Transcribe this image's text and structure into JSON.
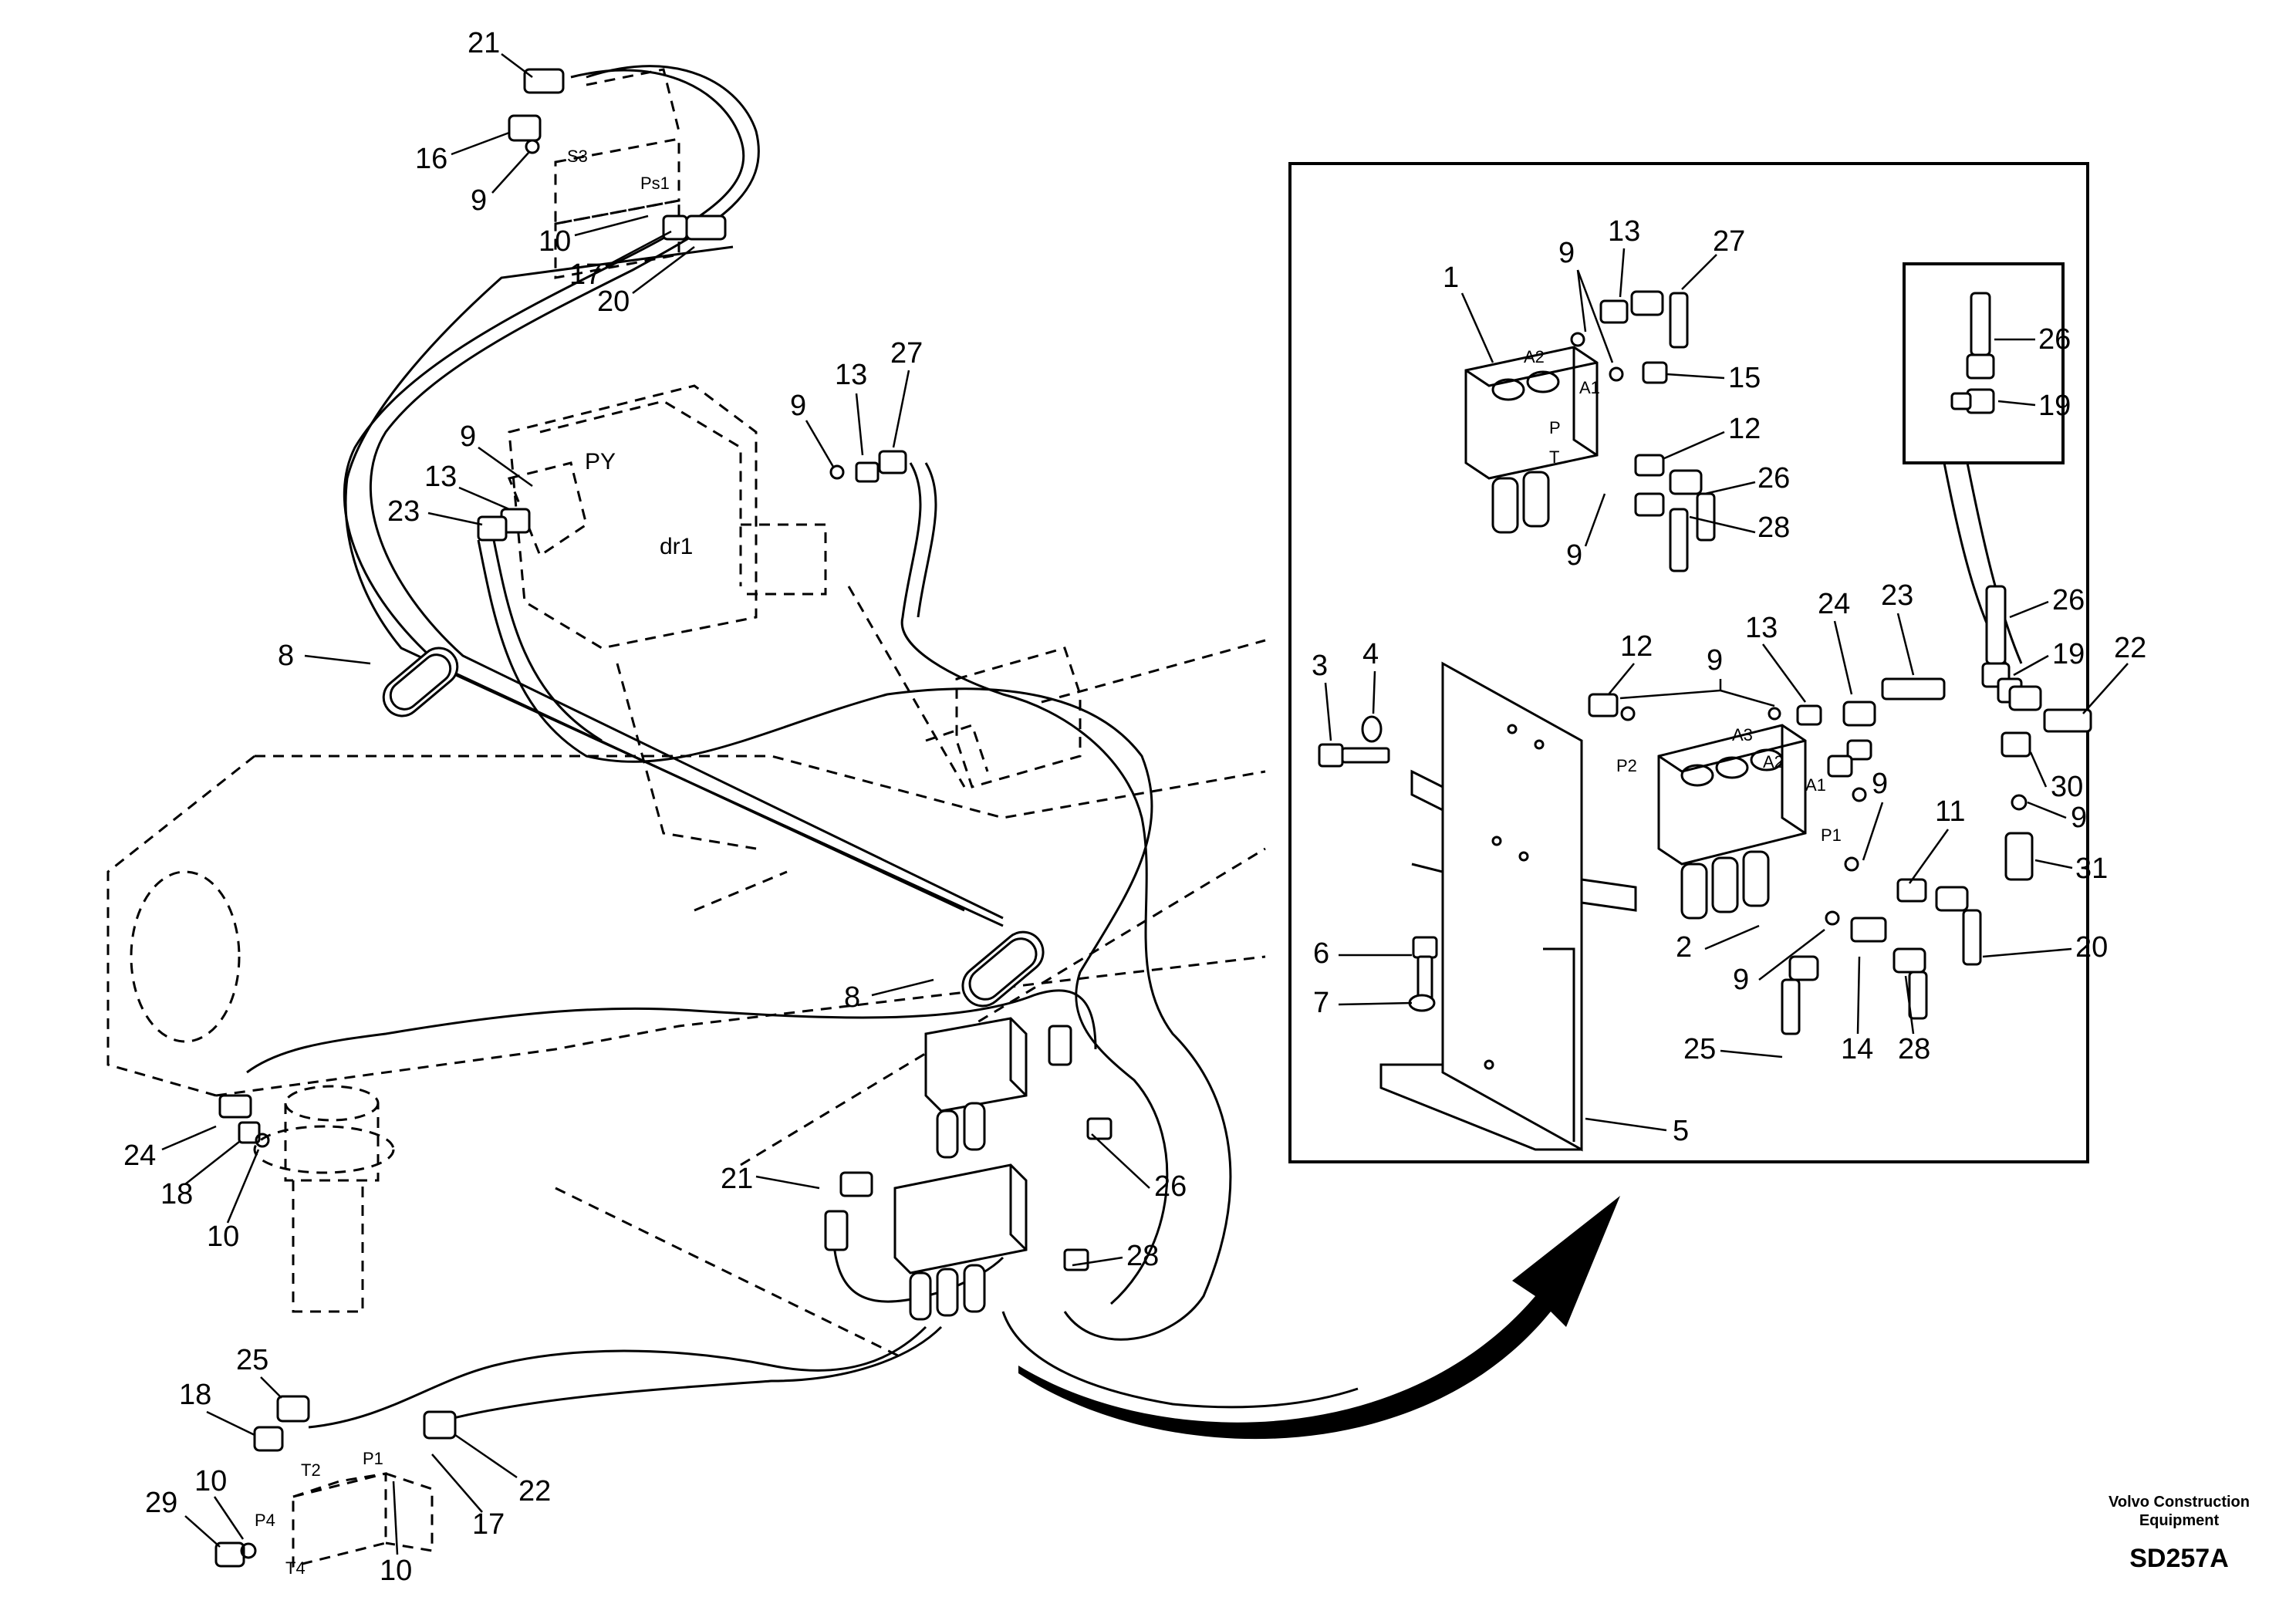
{
  "footer": {
    "brand_line1": "Volvo Construction",
    "brand_line2": "Equipment",
    "drawing_code": "SD257A"
  },
  "port_labels": {
    "S3": "S3",
    "Ps1": "Ps1",
    "PY": "PY",
    "dr1": "dr1",
    "T2": "T2",
    "P1": "P1",
    "P4": "P4",
    "T4": "T4",
    "A2": "A2",
    "A1": "A1",
    "P": "P",
    "T": "T",
    "A3": "A3",
    "P2": "P2"
  },
  "callouts": {
    "main": [
      "21",
      "16",
      "9",
      "10",
      "17",
      "20",
      "9",
      "13",
      "27",
      "9",
      "13",
      "23",
      "8",
      "8",
      "24",
      "18",
      "10",
      "21",
      "26",
      "28",
      "18",
      "25",
      "22",
      "29",
      "10",
      "10",
      "17"
    ],
    "inset": [
      "9",
      "13",
      "27",
      "1",
      "15",
      "12",
      "26",
      "28",
      "9",
      "3",
      "4",
      "12",
      "9",
      "13",
      "24",
      "23",
      "6",
      "7",
      "2",
      "9",
      "25",
      "14",
      "28",
      "11",
      "20",
      "5",
      "9"
    ],
    "detail": [
      "26",
      "19",
      "26",
      "19",
      "22",
      "30",
      "9",
      "31"
    ]
  }
}
